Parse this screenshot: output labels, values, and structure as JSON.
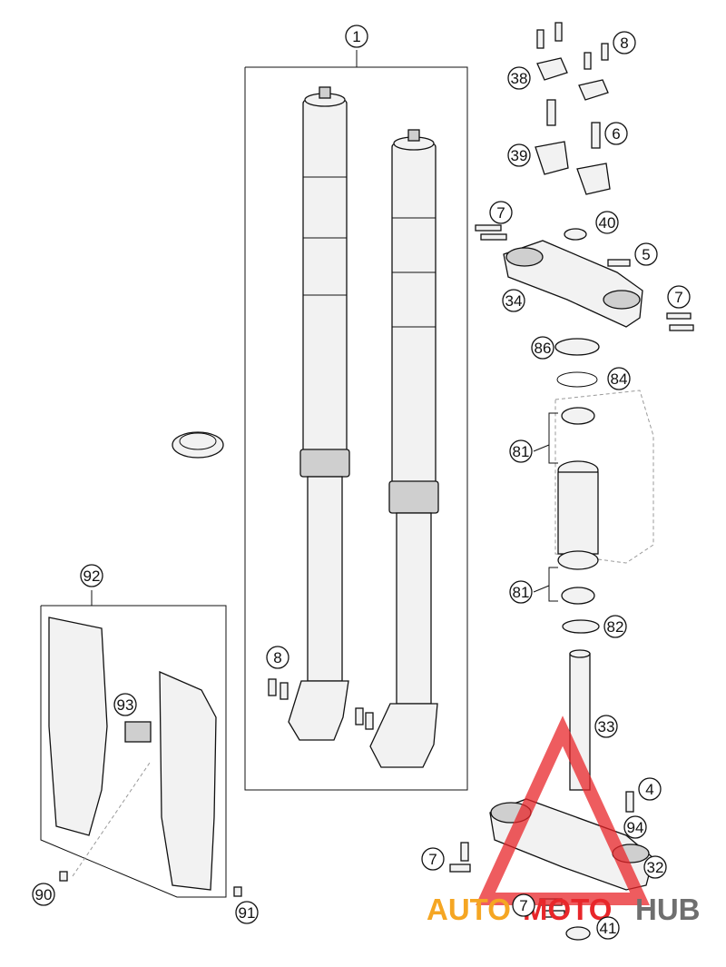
{
  "callouts": {
    "c1": "1",
    "c8a": "8",
    "c38": "38",
    "c6": "6",
    "c39": "39",
    "c7a": "7",
    "c40": "40",
    "c5": "5",
    "c34": "34",
    "c7b": "7",
    "c86": "86",
    "c84": "84",
    "c81a": "81",
    "c81b": "81",
    "c82": "82",
    "c33": "33",
    "c4": "4",
    "c94": "94",
    "c7c": "7",
    "c32": "32",
    "c7d": "7",
    "c41": "41",
    "c92": "92",
    "c93": "93",
    "c8b": "8",
    "c90": "90",
    "c91": "91"
  },
  "watermark": {
    "part1": "AUTO",
    "part2": "MOTO",
    "part3": "HUB",
    "color_orange": "#f5a623",
    "color_red": "#e8262a",
    "color_gray": "#6f6f6f"
  }
}
